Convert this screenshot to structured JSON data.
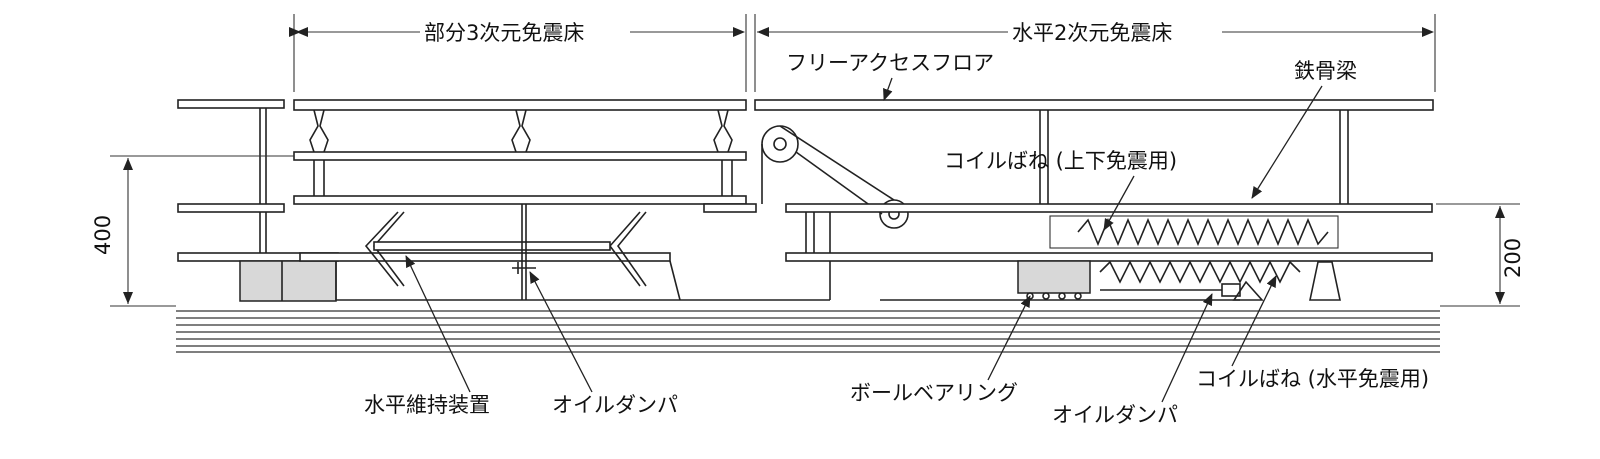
{
  "sections": {
    "partial_3d": "部分3次元免震床",
    "horizontal_2d": "水平2次元免震床"
  },
  "labels": {
    "free_access_floor": "フリーアクセスフロア",
    "steel_beam": "鉄骨梁",
    "coil_spring_vertical": "コイルばね (上下免震用)",
    "horizontal_holding_device": "水平維持装置",
    "oil_damper_left": "オイルダンパ",
    "ball_bearing": "ボールベアリング",
    "oil_damper_right": "オイルダンパ",
    "coil_spring_horizontal": "コイルばね (水平免震用)"
  },
  "dimensions": {
    "left_height": "400",
    "right_height": "200"
  },
  "colors": {
    "line": "#222222",
    "fill_gray": "#d8d8d8",
    "background": "#ffffff"
  }
}
